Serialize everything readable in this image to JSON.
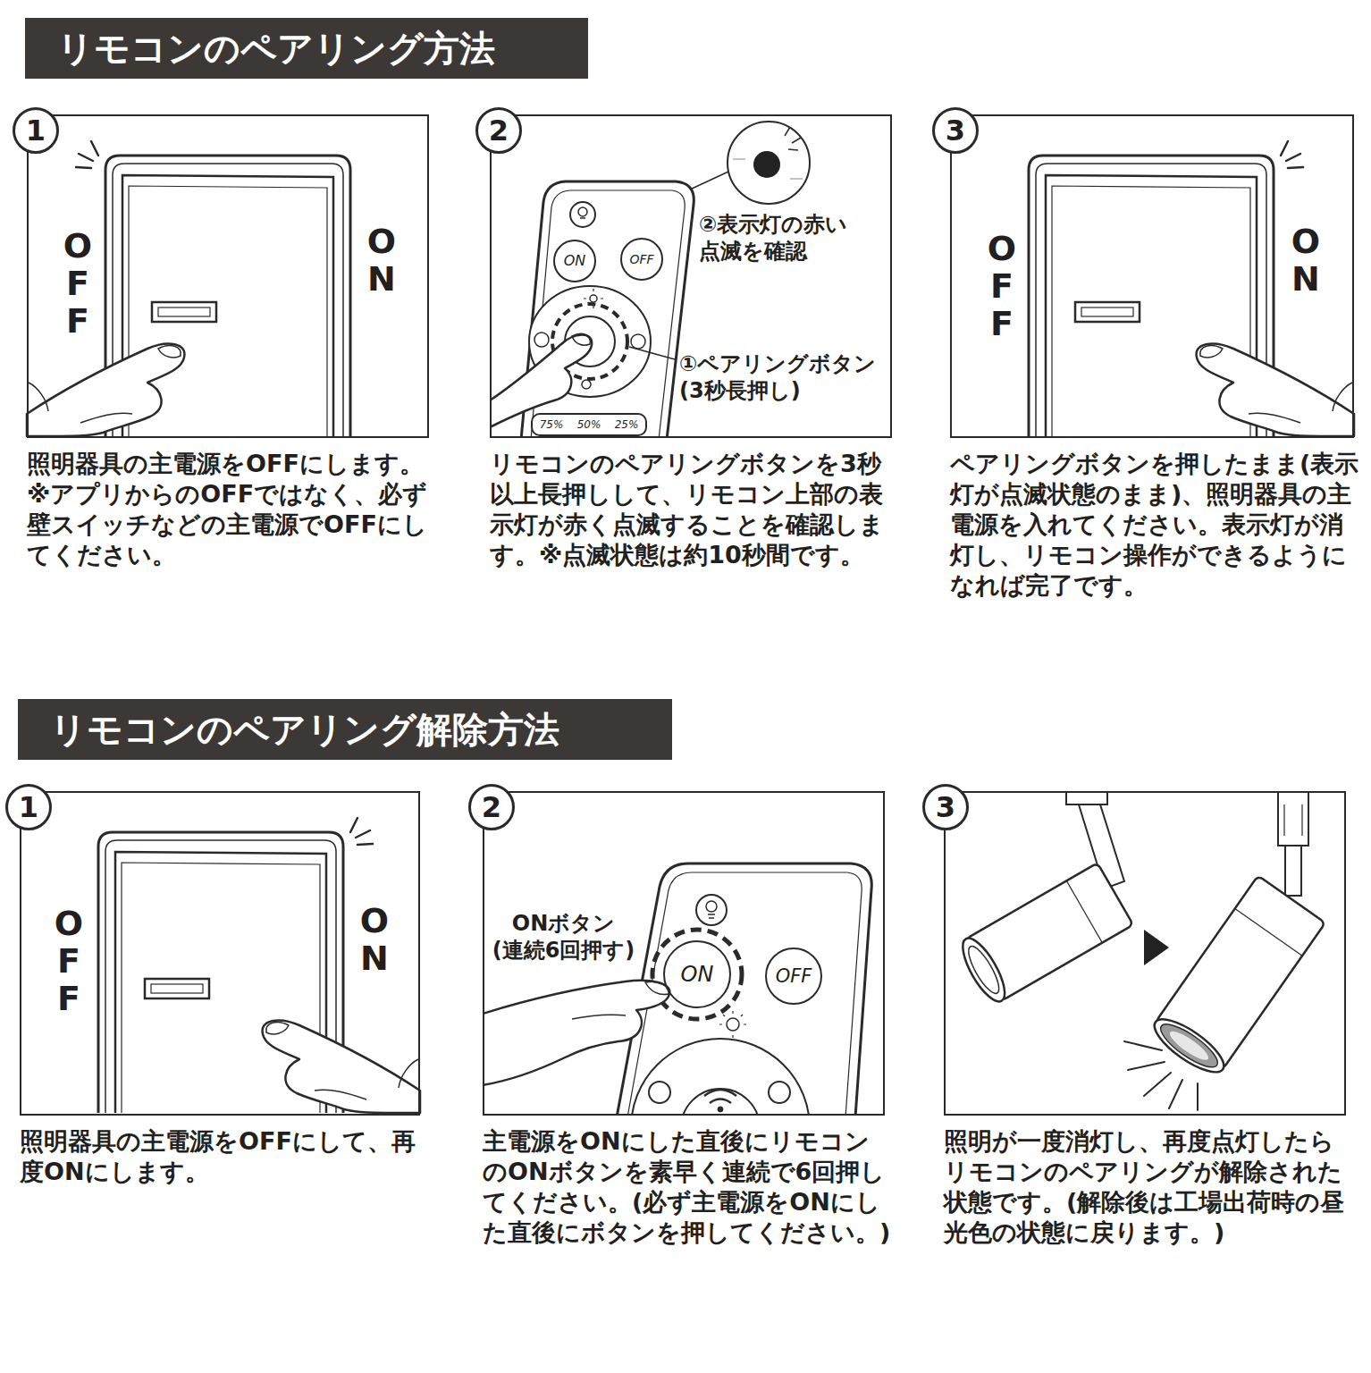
{
  "diagram": {
    "nodes": [
      {
        "text": [
          "リモコンのペアリング方法"
        ]
      },
      {
        "text": [
          "照明器具の主電源をOFFにします。※アプリからのOFFではなく、必ず壁スイッチなどの主電源でOFFにしてください。"
        ]
      },
      {
        "text": [
          "1"
        ],
        "in": 1
      },
      {
        "text": [
          "リモコンのペアリングボタンを3秒以上長押しして、リモコン上部の表示灯が赤く点滅することを確認します。※点滅状態は約10秒間です。"
        ]
      },
      {
        "text": [
          "2"
        ],
        "in": 3
      },
      {
        "text": [
          "ON"
        ],
        "in": 3
      },
      {
        "text": [
          "OFF"
        ],
        "in": 3
      },
      {
        "text": [
          "75%",
          "50%",
          "25%"
        ],
        "in": 3
      },
      {
        "text": [
          "ペアリングボタンを押したまま(表示灯が点滅状態のまま)、照明器具の主電源を入れてください。表示灯が消灯し、リモコン操作ができるようになれば完了です。"
        ]
      },
      {
        "text": [
          "3"
        ],
        "in": 8
      },
      {
        "text": [
          "リモコンのペアリング解除方法"
        ]
      },
      {
        "text": [
          "照明器具の主電源をOFFにして、再度ONにします。"
        ]
      },
      {
        "text": [
          "1"
        ],
        "in": 11
      },
      {
        "text": [
          "主電源をONにした直後にリモコンのONボタンを素早く連続で6回押してください。(必ず主電源をONにした直後にボタンを押してください。)"
        ]
      },
      {
        "text": [
          "2"
        ],
        "in": 13
      },
      {
        "text": [
          "ON"
        ],
        "in": 13
      },
      {
        "text": [
          "OFF"
        ],
        "in": 13
      },
      {
        "text": [
          "照明が一度消灯し、再度点灯したらリモコンのペアリングが解除された状態です。(解除後は工場出荷時の昼光色の状態に戻ります。)"
        ]
      },
      {
        "text": [
          "3"
        ],
        "in": 17
      }
    ],
    "labels": [
      "OFF",
      "ON",
      "②表示灯の赤い 点滅を確認",
      "①ペアリングボタン (3秒長押し)",
      "OFF",
      "ON",
      "OFF",
      "ON",
      "ONボタン (連続6回押す)"
    ]
  }
}
